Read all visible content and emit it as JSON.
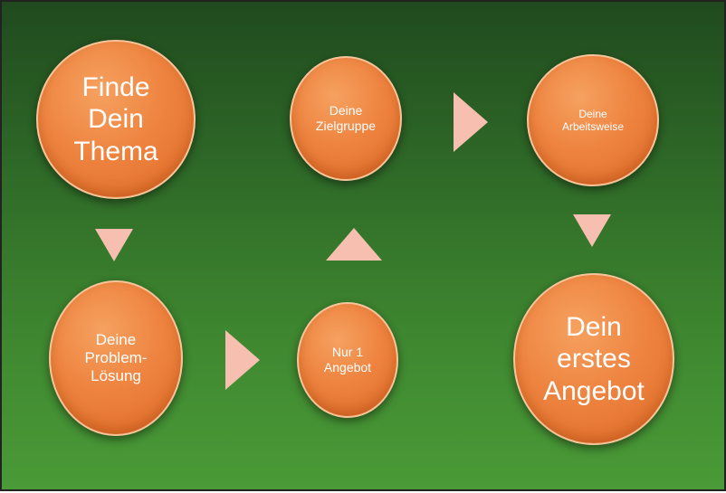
{
  "colors": {
    "background_top": "#204a1e",
    "background_bottom": "#4a9a37",
    "node_fill": "#ee8440",
    "node_border": "#f7c49a",
    "arrow_fill": "#f6bfb0",
    "text": "#ffffff"
  },
  "nodes": {
    "thema": "Finde\nDein\nThema",
    "problem": "Deine\nProblem-\nLösung",
    "angebot1": "Nur 1\nAngebot",
    "zielgruppe": "Deine\nZielgruppe",
    "arbeitsweise": "Deine\nArbeitsweise",
    "erstes": "Dein\nerstes\nAngebot"
  },
  "arrows": [
    "down",
    "right",
    "up",
    "right",
    "down"
  ]
}
